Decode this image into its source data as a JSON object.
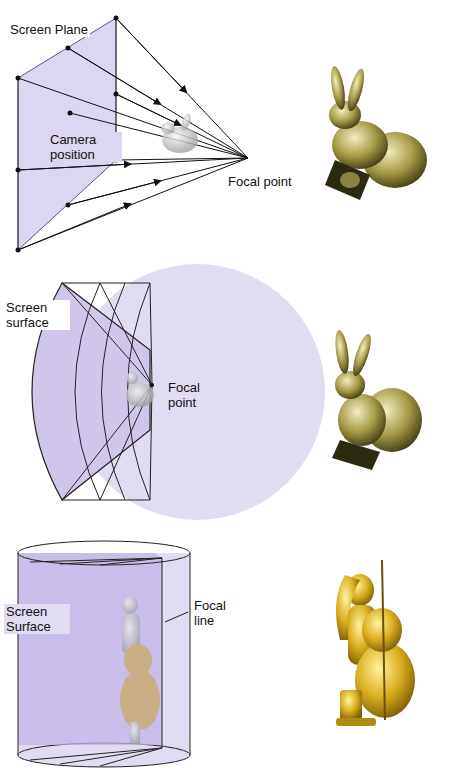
{
  "diagram": {
    "labels": [
      "Screen Plane",
      "Camera position",
      "Focal point",
      "Screen surface",
      "Focal point",
      "Screen Surface",
      "Focal line"
    ]
  }
}
